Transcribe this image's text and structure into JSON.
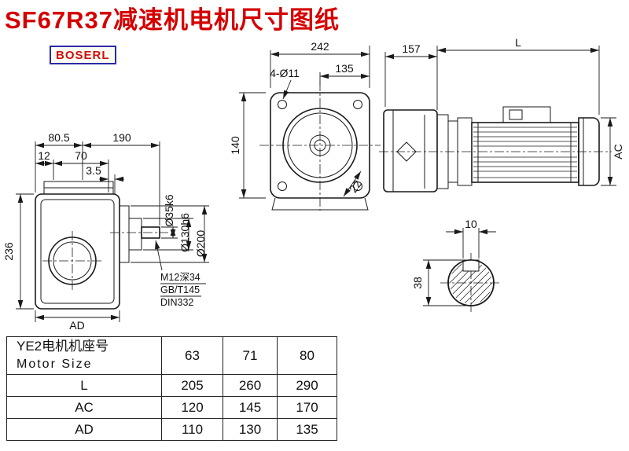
{
  "page": {
    "title": "SF67R37减速机电机尺寸图纸",
    "brand": "BOSERL"
  },
  "colors": {
    "title_red": "#d40000",
    "brand_border_blue": "#2a2aa8",
    "brand_text_red": "#cc1111",
    "line_black": "#1a1a1a"
  },
  "drawing": {
    "front_view": {
      "dim_width": "242",
      "dim_flange": "135",
      "dim_holes": "4-Ø11",
      "dim_height": "140",
      "dim_chamfer": "22"
    },
    "motor_view": {
      "dim_gearbox": "157",
      "dim_motor_len": "L",
      "dim_motor_height": "AC"
    },
    "shaft_view": {
      "dim_key_width": "10",
      "dim_diameter": "38"
    },
    "side_view": {
      "dim_a": "80.5",
      "dim_b": "190",
      "dim_c": "12",
      "dim_d": "70",
      "dim_e": "3.5",
      "dim_height": "236",
      "dim_width": "AD",
      "dim_shaft": "Ø35k6",
      "dim_flange": "Ø130h6",
      "dim_outer": "Ø200",
      "note_tap": "M12深34",
      "note_std1": "GB/T145",
      "note_std2": "DIN332"
    }
  },
  "table": {
    "header": {
      "line1": "YE2电机机座号",
      "line2": "Motor Size",
      "values": [
        "63",
        "71",
        "80"
      ]
    },
    "rows": [
      {
        "label": "L",
        "values": [
          "205",
          "260",
          "290"
        ]
      },
      {
        "label": "AC",
        "values": [
          "120",
          "145",
          "170"
        ]
      },
      {
        "label": "AD",
        "values": [
          "110",
          "130",
          "135"
        ]
      }
    ]
  }
}
